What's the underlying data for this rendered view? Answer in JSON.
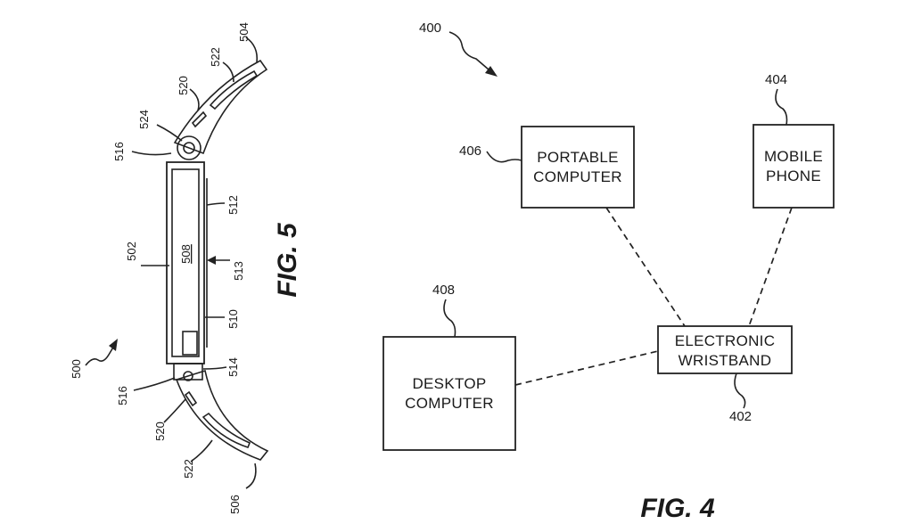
{
  "fig4": {
    "title": "FIG. 4",
    "ref_system": "400",
    "nodes": [
      {
        "id": "portable",
        "ref": "406",
        "lines": [
          "PORTABLE",
          "COMPUTER"
        ]
      },
      {
        "id": "mobile",
        "ref": "404",
        "lines": [
          "MOBILE",
          "PHONE"
        ]
      },
      {
        "id": "desktop",
        "ref": "408",
        "lines": [
          "DESKTOP",
          "COMPUTER"
        ]
      },
      {
        "id": "wristband",
        "ref": "402",
        "lines": [
          "ELECTRONIC",
          "WRISTBAND"
        ]
      }
    ],
    "edges": [
      {
        "from": "portable",
        "to": "wristband",
        "style": "dashed"
      },
      {
        "from": "mobile",
        "to": "wristband",
        "style": "dashed"
      },
      {
        "from": "desktop",
        "to": "wristband",
        "style": "dashed"
      }
    ]
  },
  "fig5": {
    "title": "FIG. 5",
    "ref_system": "500",
    "refs": {
      "r502": "502",
      "r504": "504",
      "r506": "506",
      "r508": "508",
      "r510": "510",
      "r512": "512",
      "r513": "513",
      "r514": "514",
      "r516_top": "516",
      "r516_bottom": "516",
      "r520_top": "520",
      "r520_bottom": "520",
      "r522_top": "522",
      "r522_bottom": "522",
      "r524": "524"
    }
  }
}
